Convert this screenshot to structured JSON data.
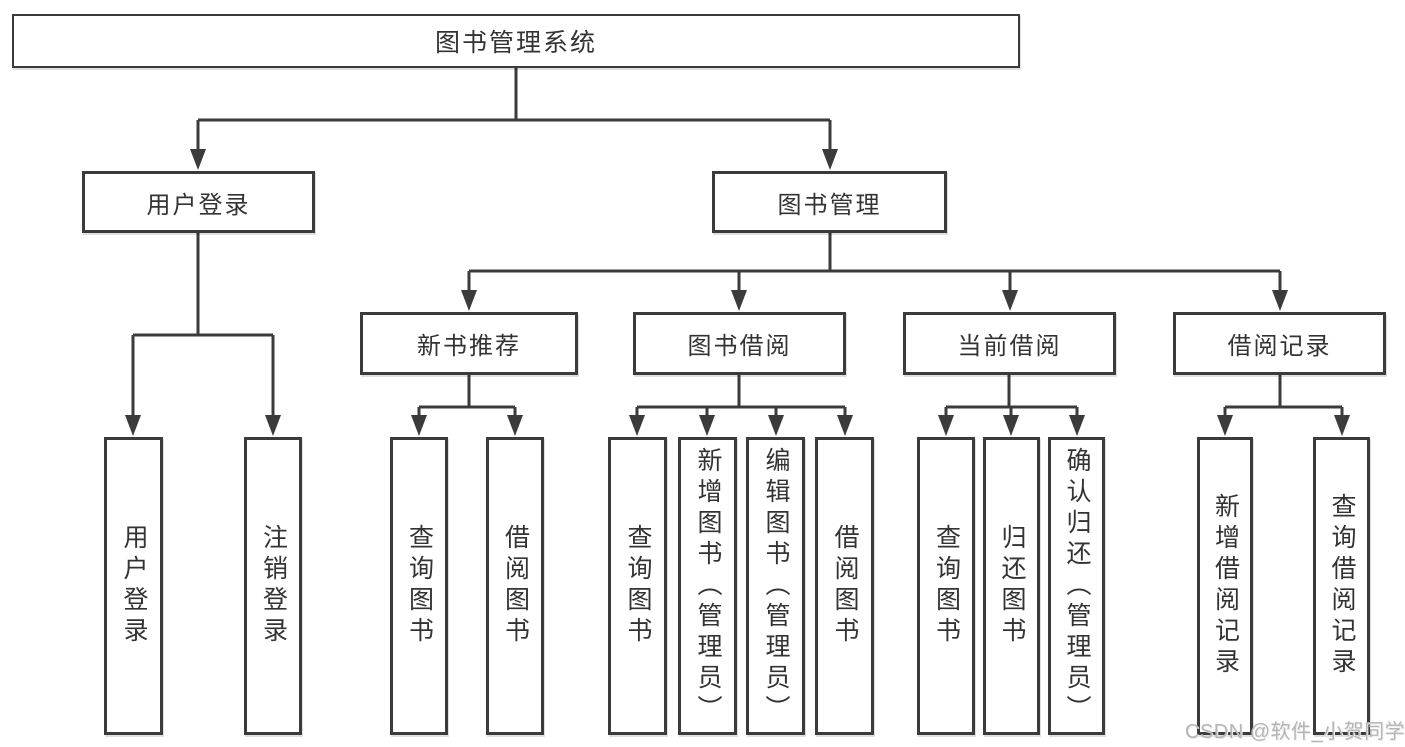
{
  "diagram_type": "hierarchy-tree",
  "root": {
    "label": "图书管理系统",
    "children": [
      {
        "label": "用户登录",
        "children": [
          {
            "label": "用户登录"
          },
          {
            "label": "注销登录"
          }
        ]
      },
      {
        "label": "图书管理",
        "children": [
          {
            "label": "新书推荐",
            "children": [
              {
                "label": "查询图书"
              },
              {
                "label": "借阅图书"
              }
            ]
          },
          {
            "label": "图书借阅",
            "children": [
              {
                "label": "查询图书"
              },
              {
                "label": "新增图书（管理员）"
              },
              {
                "label": "编辑图书（管理员）"
              },
              {
                "label": "借阅图书"
              }
            ]
          },
          {
            "label": "当前借阅",
            "children": [
              {
                "label": "查询图书"
              },
              {
                "label": "归还图书"
              },
              {
                "label": "确认归还（管理员）"
              }
            ]
          },
          {
            "label": "借阅记录",
            "children": [
              {
                "label": "新增借阅记录"
              },
              {
                "label": "查询借阅记录"
              }
            ]
          }
        ]
      }
    ]
  },
  "watermark": "CSDN @软件_小贺同学",
  "colors": {
    "line": "#3b3b3b",
    "text": "#333333",
    "background": "#ffffff",
    "watermark": "#b5b5b5"
  }
}
